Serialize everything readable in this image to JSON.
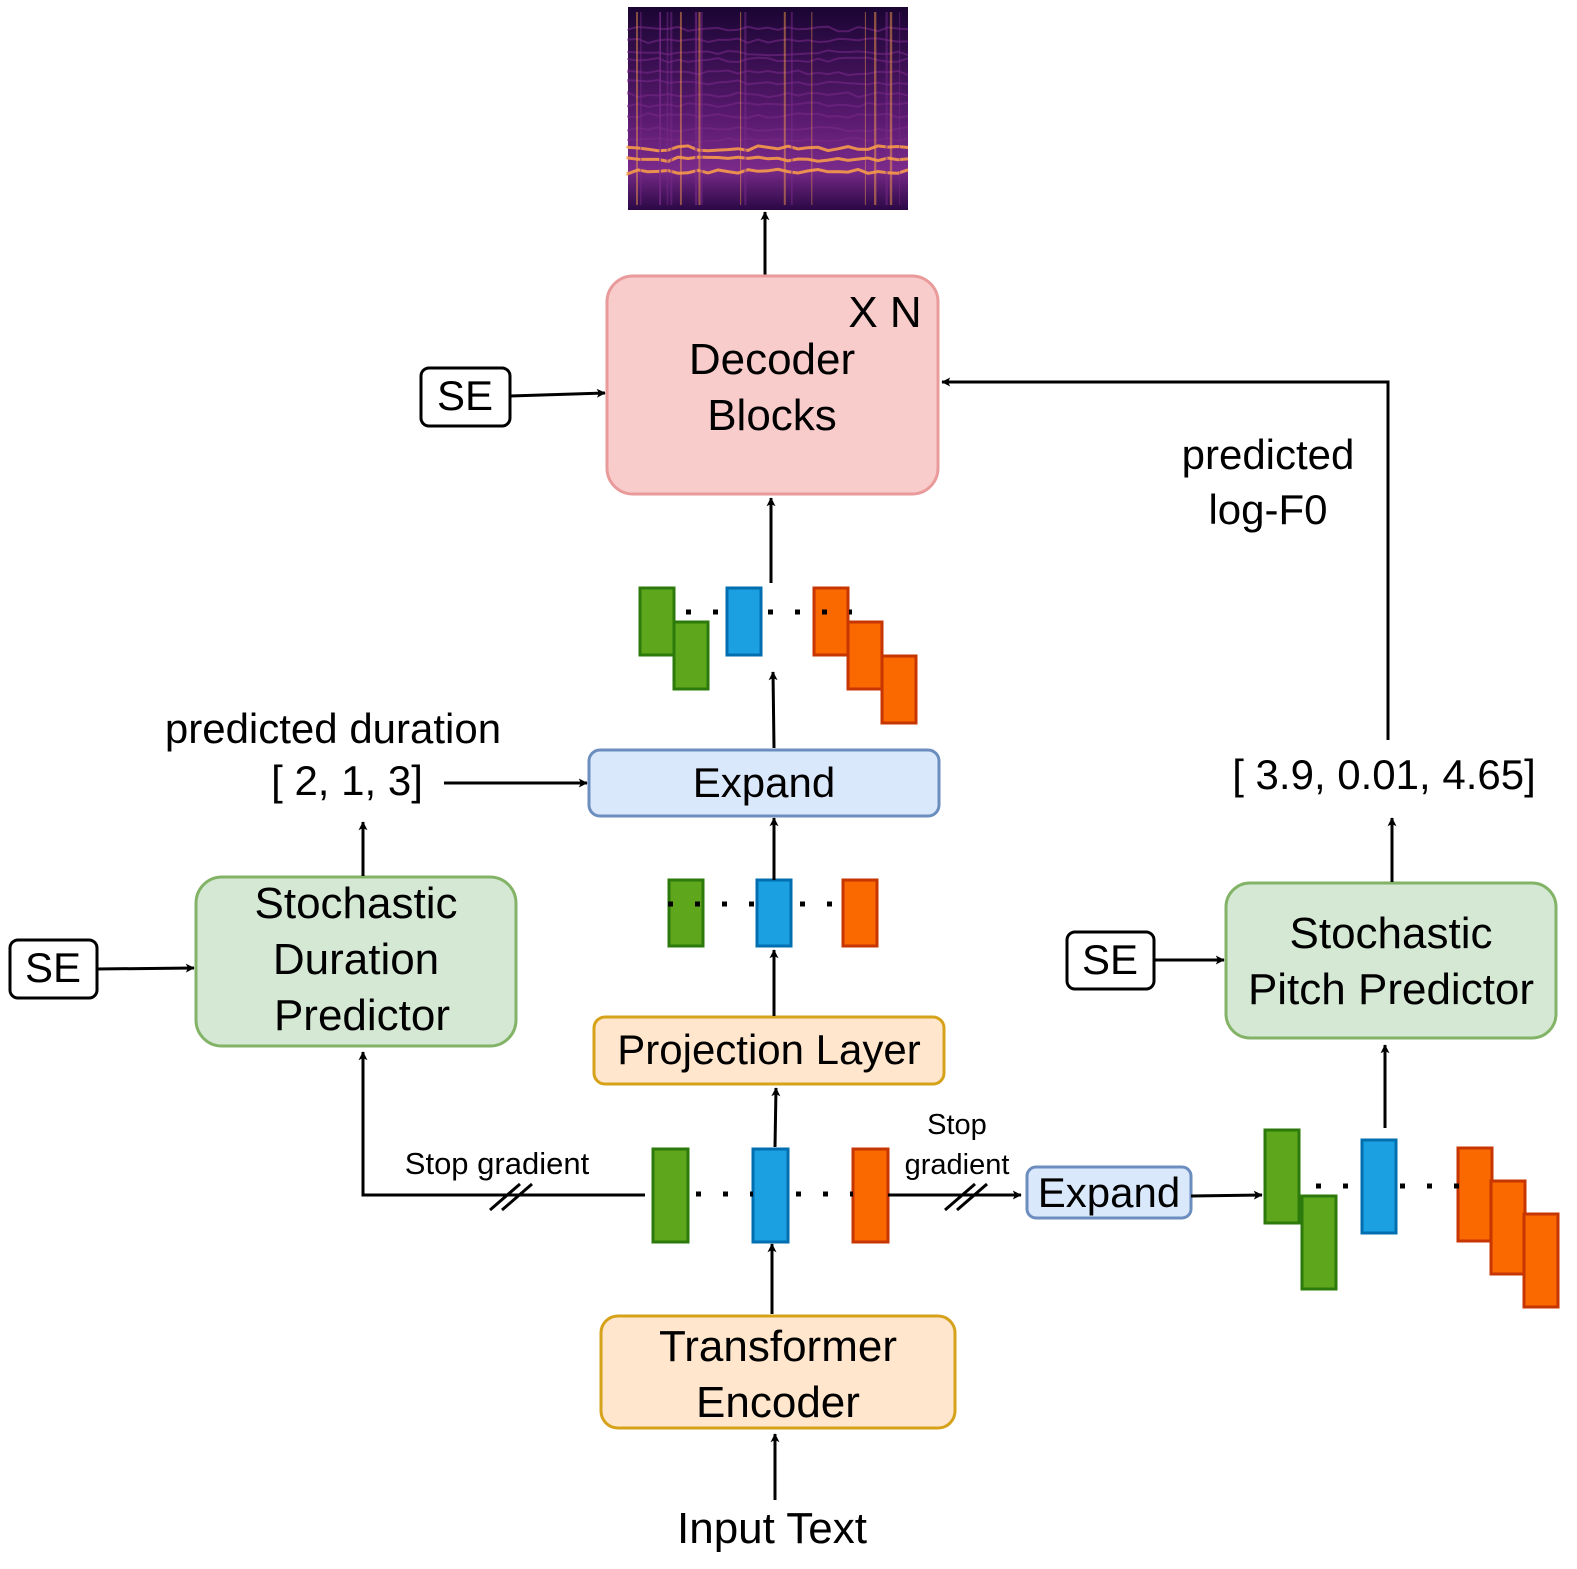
{
  "colors": {
    "decoder_fill": "#f9cccc",
    "decoder_stroke": "#e99a9a",
    "expand_fill": "#dae8fc",
    "expand_stroke": "#6c8ebf",
    "orange_box_fill": "#ffe6cc",
    "orange_box_stroke": "#d6a21a",
    "green_box_fill": "#d5e8d4",
    "green_box_stroke": "#82b366",
    "token_green": "#5ea61c",
    "token_green_stroke": "#2d7a0c",
    "token_blue": "#1ba1e2",
    "token_blue_stroke": "#006eaf",
    "token_orange": "#fa6800",
    "token_orange_stroke": "#c73500",
    "spectrogram_dark": "#1a0533",
    "spectrogram_mid": "#7a2a8a",
    "spectrogram_hot": "#f79a4a"
  },
  "labels": {
    "decoder_repeat": "X N",
    "decoder_line1": "Decoder",
    "decoder_line2": "Blocks",
    "se": "SE",
    "expand": "Expand",
    "projection": "Projection Layer",
    "encoder_line1": "Transformer",
    "encoder_line2": "Encoder",
    "input": "Input Text",
    "duration_line1": "Stochastic",
    "duration_line2": "Duration",
    "duration_line3": "Predictor",
    "pitch_line1": "Stochastic",
    "pitch_line2": "Pitch Predictor",
    "pred_duration_title": "predicted duration",
    "pred_duration_values": "[ 2,  1,  3]",
    "pred_logf0_line1": "predicted",
    "pred_logf0_line2": "log-F0",
    "pitch_values": "[ 3.9,  0.01,  4.65]",
    "stop_gradient_left": "Stop gradient",
    "stop_gradient_right_line1": "Stop",
    "stop_gradient_right_line2": "gradient"
  },
  "icons": {
    "spectrogram": "mel-spectrogram-image"
  }
}
